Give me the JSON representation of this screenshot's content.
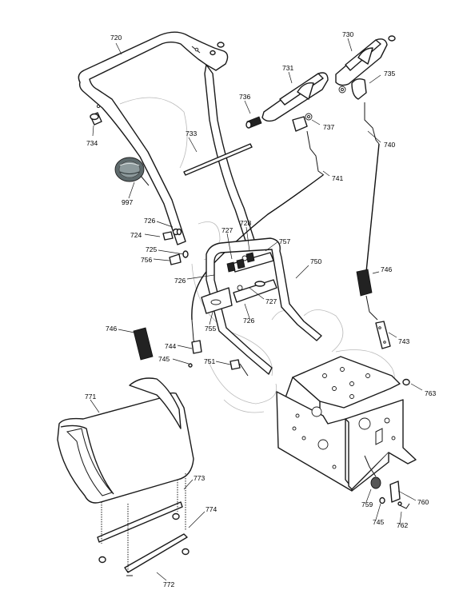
{
  "labels": {
    "p720": "720",
    "p730": "730",
    "p731": "731",
    "p735": "735",
    "p736": "736",
    "p733": "733",
    "p734": "734",
    "p737": "737",
    "p740": "740",
    "p741": "741",
    "p997": "997",
    "p726a": "726",
    "p724": "724",
    "p725": "725",
    "p756": "756",
    "p726b": "726",
    "p727a": "727",
    "p728": "728",
    "p757": "757",
    "p750": "750",
    "p727b": "727",
    "p726c": "726",
    "p755": "755",
    "p746a": "746",
    "p746b": "746",
    "p743": "743",
    "p744": "744",
    "p745a": "745",
    "p751": "751",
    "p763": "763",
    "p771": "771",
    "p773": "773",
    "p774": "774",
    "p772": "772",
    "p759": "759",
    "p745b": "745",
    "p760": "760",
    "p762": "762"
  }
}
